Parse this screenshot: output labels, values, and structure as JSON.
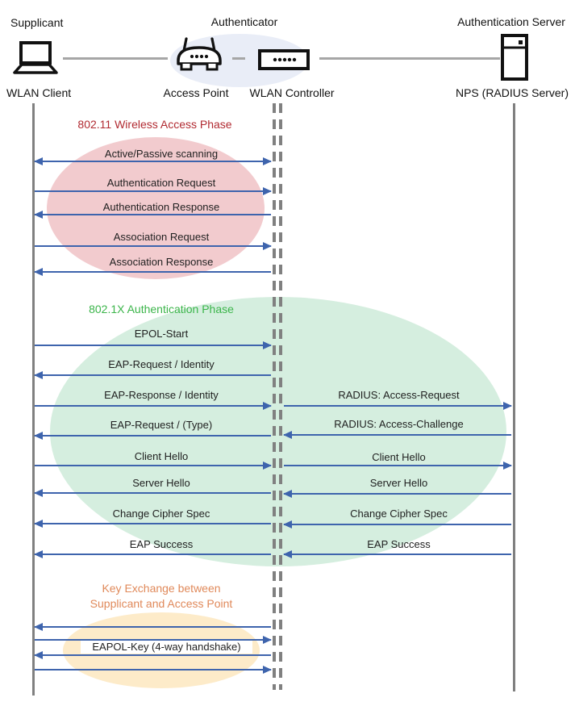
{
  "roles": {
    "supplicant": "Supplicant",
    "authenticator": "Authenticator",
    "auth_server": "Authentication Server"
  },
  "nodes": {
    "client": "WLAN Client",
    "access_point": "Access Point",
    "controller": "WLAN Controller",
    "server": "NPS (RADIUS Server)"
  },
  "phases": [
    {
      "title": "802.11 Wireless Access Phase",
      "title_color": "#B12A31",
      "fill": "#F2CBCE"
    },
    {
      "title": "802.1X Authentication Phase",
      "title_color": "#3BB54A",
      "fill": "#D5EEDF"
    },
    {
      "title_line1": "Key Exchange between",
      "title_line2": "Supplicant and Access Point",
      "title_color": "#E0895A",
      "fill": "#FDEBC9"
    }
  ],
  "messages": {
    "client_to_controller": [
      {
        "label": "Active/Passive scanning",
        "direction": "both",
        "phase": 1
      },
      {
        "label": "Authentication Request",
        "direction": "right",
        "phase": 1
      },
      {
        "label": "Authentication Response",
        "direction": "left",
        "phase": 1
      },
      {
        "label": "Association Request",
        "direction": "right",
        "phase": 1
      },
      {
        "label": "Association Response",
        "direction": "left",
        "phase": 1
      },
      {
        "label": "EPOL-Start",
        "direction": "right",
        "phase": 2
      },
      {
        "label": "EAP-Request / Identity",
        "direction": "left",
        "phase": 2
      },
      {
        "label": "EAP-Response / Identity",
        "direction": "right",
        "phase": 2
      },
      {
        "label": "EAP-Request / (Type)",
        "direction": "left",
        "phase": 2
      },
      {
        "label": "Client Hello",
        "direction": "right",
        "phase": 2
      },
      {
        "label": "Server Hello",
        "direction": "left",
        "phase": 2
      },
      {
        "label": "Change Cipher Spec",
        "direction": "left",
        "phase": 2
      },
      {
        "label": "EAP Success",
        "direction": "left",
        "phase": 2
      },
      {
        "label": "EAPOL-Key (4-way handshake)",
        "direction": "left,right,left,right",
        "phase": 3
      }
    ],
    "controller_to_server": [
      {
        "label": "RADIUS: Access-Request",
        "direction": "right",
        "phase": 2
      },
      {
        "label": "RADIUS: Access-Challenge",
        "direction": "left",
        "phase": 2
      },
      {
        "label": "Client Hello",
        "direction": "right",
        "phase": 2
      },
      {
        "label": "Server Hello",
        "direction": "left",
        "phase": 2
      },
      {
        "label": "Change Cipher Spec",
        "direction": "left",
        "phase": 2
      },
      {
        "label": "EAP Success",
        "direction": "left",
        "phase": 2
      }
    ]
  },
  "colors": {
    "arrow": "#3E64AD",
    "lifeline": "#808080",
    "connector": "#A6A6A6",
    "authenticator_highlight": "#E9EDF7"
  }
}
